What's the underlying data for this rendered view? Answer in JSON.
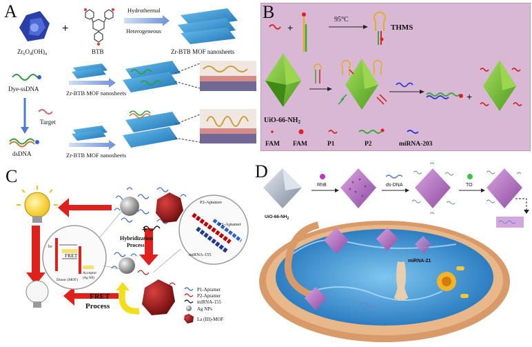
{
  "panel_a": {
    "label": "A",
    "zr_cluster": "Zr",
    "zr_cluster_sub": "6",
    "zr_cluster_mid": "O",
    "zr_cluster_sub2": "4",
    "zr_cluster_end": "(OH)",
    "zr_cluster_sub3": "4",
    "linker": "BTB",
    "condition_1": "Hydrothermal",
    "condition_2": "Heterogeneous",
    "product": "Zr-BTB MOF nanosheets",
    "probe": "Dye-ssDNA",
    "arrow_label_1": "Zr-BTB MOF nanosheets",
    "target": "Target",
    "duplex": "dsDNA",
    "arrow_label_2": "Zr-BTB MOF nanosheets"
  },
  "panel_b": {
    "label": "B",
    "temperature": "95°C",
    "hairpin_name": "THMS",
    "mof_name": "UiO-66-NH",
    "mof_sub": "2",
    "legend": [
      "FAM",
      "FAM",
      "P1",
      "P2",
      "miRNA-203"
    ]
  },
  "panel_c": {
    "label": "C",
    "hybridization": "Hybridization",
    "process": "Process",
    "fret_process_1": "FRET",
    "fret_process_2": "Process",
    "p2_aptamer": "P2-Aptamer",
    "p1_aptamer": "P1-Aptamer",
    "mirna": "miRNA-155",
    "inset_fret": "FRET",
    "inset_donor": "Donor (MOF)",
    "inset_acceptor": "Acceptor",
    "inset_acceptor_sub": "(Ag NP)",
    "inset_hv": "hν",
    "legend": [
      "P1-Aptamer",
      "P2-Aptamer",
      "miRNA-155",
      "Ag NPs",
      "La (III)-MOF"
    ]
  },
  "panel_d": {
    "label": "D",
    "mof_name": "UiO-66-NH",
    "mof_sub": "2",
    "step_1": "RhB",
    "step_2": "ds-DNA",
    "step_3": "TO",
    "cell_target": "miRNA-21"
  },
  "colors": {
    "panel_b_bg": "#d8b8d4",
    "panel_d_water": "#2e8fd1",
    "mof_green": "#7cc43a",
    "mof_red": "#a51c1c",
    "nanosheet": "#3a9ad6",
    "arrow_red": "#e0201b"
  }
}
